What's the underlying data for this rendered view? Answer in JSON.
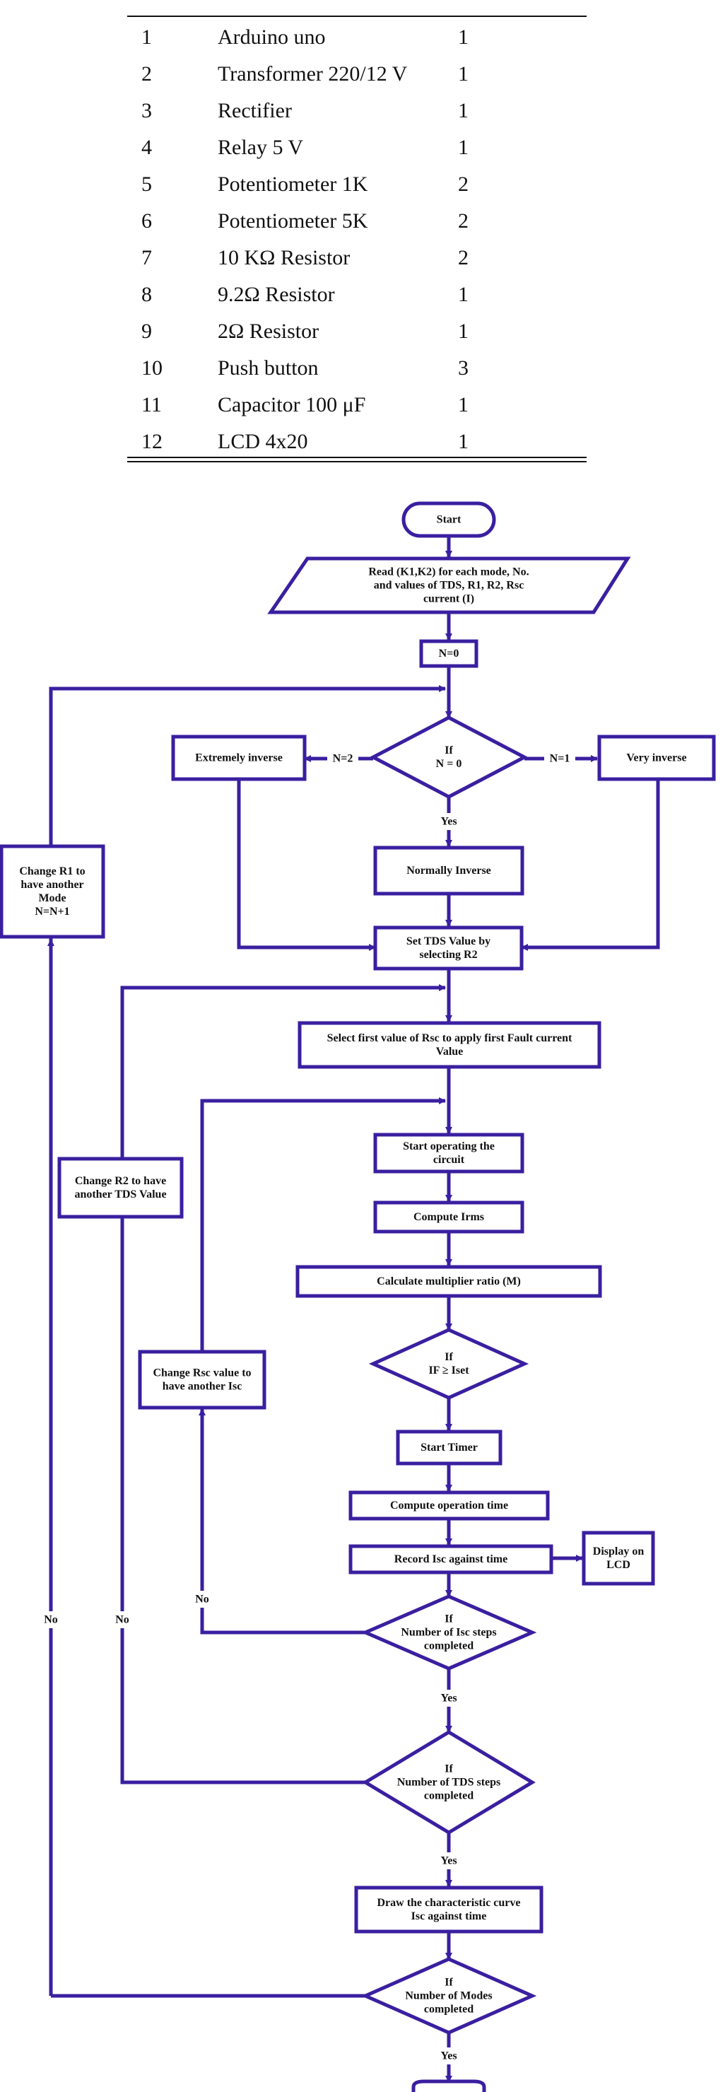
{
  "table": {
    "rows": [
      {
        "no": "1",
        "item": "Arduino uno",
        "qty": "1"
      },
      {
        "no": "2",
        "item": "Transformer 220/12 V",
        "qty": "1"
      },
      {
        "no": "3",
        "item": "Rectifier",
        "qty": "1"
      },
      {
        "no": "4",
        "item": "Relay 5 V",
        "qty": "1"
      },
      {
        "no": "5",
        "item": "Potentiometer 1K",
        "qty": "2"
      },
      {
        "no": "6",
        "item": "Potentiometer 5K",
        "qty": "2"
      },
      {
        "no": "7",
        "item": "10 KΩ Resistor",
        "qty": "2"
      },
      {
        "no": "8",
        "item": "9.2Ω Resistor",
        "qty": "1"
      },
      {
        "no": "9",
        "item": "2Ω Resistor",
        "qty": "1"
      },
      {
        "no": "10",
        "item": "Push button",
        "qty": "3"
      },
      {
        "no": "11",
        "item": "Capacitor 100 μF",
        "qty": "1"
      },
      {
        "no": "12",
        "item": "LCD 4x20",
        "qty": "1"
      }
    ]
  },
  "flowchart": {
    "color": "#3a1fa0",
    "start": "Start",
    "read": [
      "Read (K1,K2) for each mode, No.",
      "and values of TDS, R1, R2, Rsc",
      "current (I)"
    ],
    "n0": "N=0",
    "if_n": [
      "If",
      "N = 0"
    ],
    "n2": "N=2",
    "n1": "N=1",
    "extremely": "Extremely inverse",
    "very": "Very inverse",
    "yes": "Yes",
    "no": "No",
    "normally": "Normally Inverse",
    "change_r1": [
      "Change R1 to",
      "have another",
      "Mode",
      "N=N+1"
    ],
    "set_tds": [
      "Set TDS Value by",
      "selecting R2"
    ],
    "select_rsc": [
      "Select first value of Rsc to apply first Fault current",
      "Value"
    ],
    "change_r2": [
      "Change R2 to have",
      "another TDS Value"
    ],
    "start_op": [
      "Start operating the",
      "circuit"
    ],
    "compute_irms": "Compute Irms",
    "calc_m": "Calculate  multiplier ratio (M)",
    "change_rsc": [
      "Change Rsc value to",
      "have another Isc"
    ],
    "if_iset": [
      "If",
      "IF ≥ Iset"
    ],
    "start_timer": "Start Timer",
    "compute_time": "Compute operation time",
    "record": "Record Isc against time",
    "display": [
      "Display on",
      "LCD"
    ],
    "if_isc": [
      "If",
      "Number of Isc steps",
      "completed"
    ],
    "if_tds": [
      "If",
      "Number of TDS steps",
      "completed"
    ],
    "draw_curve": [
      "Draw the characteristic curve",
      "Isc against time"
    ],
    "if_modes": [
      "If",
      "Number of Modes",
      "completed"
    ]
  }
}
